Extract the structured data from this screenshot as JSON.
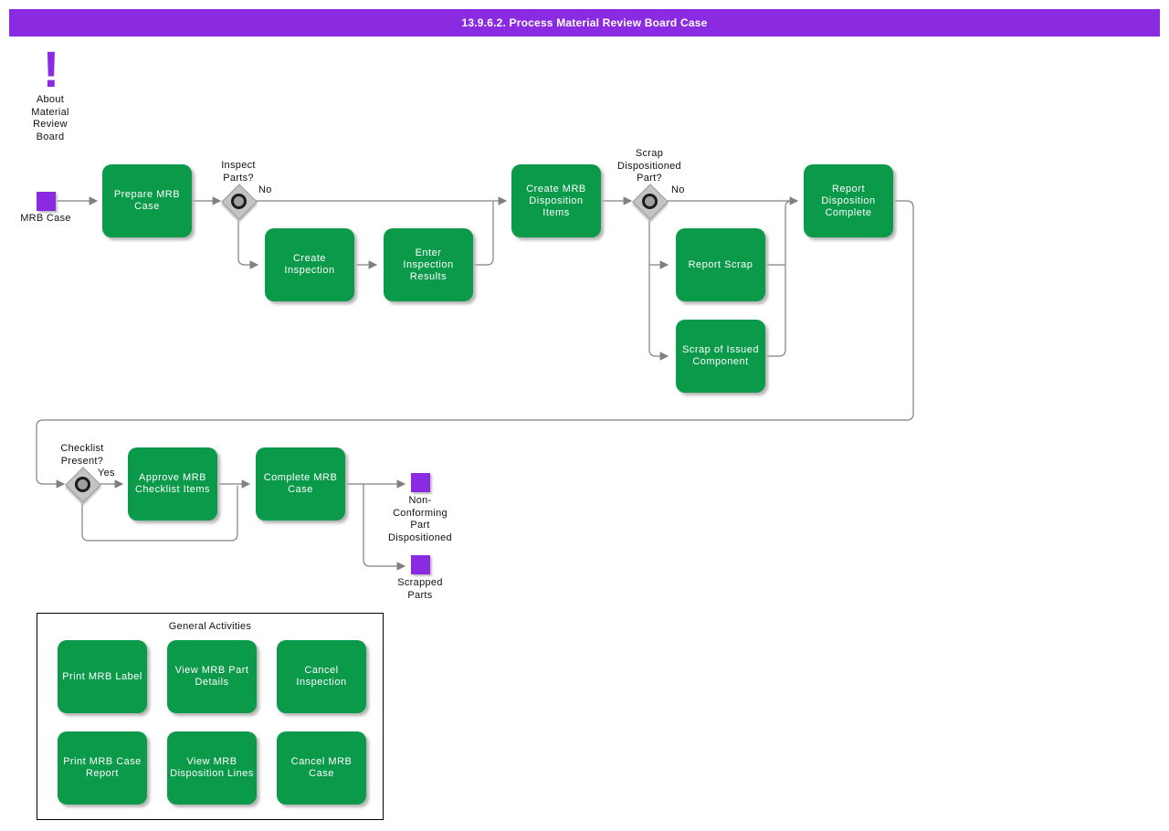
{
  "title_bar": {
    "label": "13.9.6.2. Process Material Review Board Case"
  },
  "colors": {
    "accent_purple": "#8A2BE2",
    "activity_green": "#0A9A4A",
    "connector_gray": "#808080"
  },
  "about": {
    "icon_glyph": "!",
    "label": "About\nMaterial\nReview\nBoard"
  },
  "start_event": {
    "label": "MRB Case"
  },
  "end_events": [
    {
      "label": "Non-\nConforming\nPart\nDispositioned"
    },
    {
      "label": "Scrapped\nParts"
    }
  ],
  "decisions": [
    {
      "label": "Inspect\nParts?",
      "branch_label": "No"
    },
    {
      "label": "Scrap\nDispositioned\nPart?",
      "branch_label": "No"
    },
    {
      "label": "Checklist\nPresent?",
      "branch_label": "Yes"
    }
  ],
  "activities": {
    "prepare_mrb_case": "Prepare MRB\nCase",
    "create_inspection": "Create\nInspection",
    "enter_inspection_results": "Enter\nInspection\nResults",
    "create_mrb_disposition_items": "Create MRB\nDisposition\nItems",
    "report_scrap": "Report Scrap",
    "scrap_of_issued_component": "Scrap of Issued\nComponent",
    "report_disposition_complete": "Report\nDisposition\nComplete",
    "approve_mrb_checklist_items": "Approve MRB\nChecklist Items",
    "complete_mrb_case": "Complete MRB\nCase"
  },
  "general_activities": {
    "title": "General Activities",
    "items": [
      "Print MRB Label",
      "View MRB Part\nDetails",
      "Cancel\nInspection",
      "Print MRB Case\nReport",
      "View MRB\nDisposition Lines",
      "Cancel MRB\nCase"
    ]
  }
}
